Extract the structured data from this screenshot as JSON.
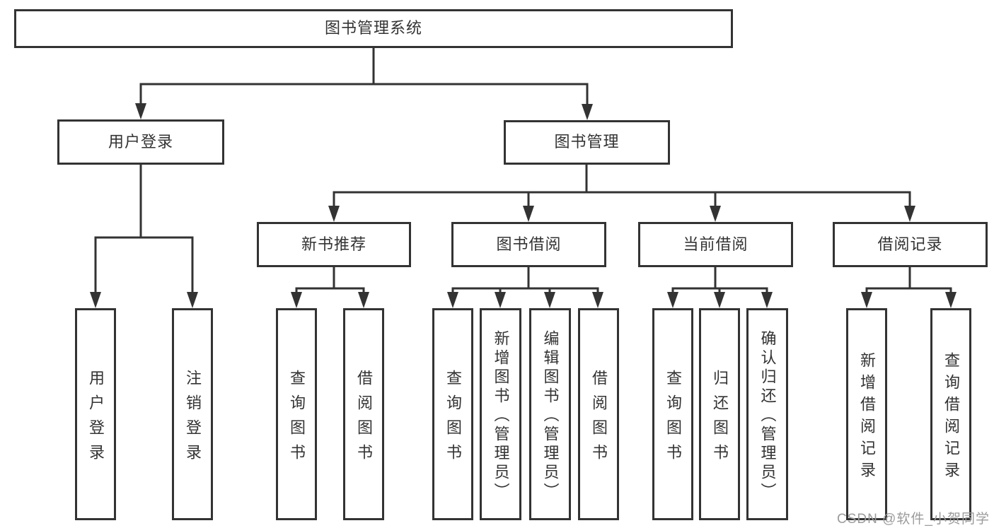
{
  "tree": {
    "root_label": "图书管理系统",
    "branches": [
      {
        "label": "用户登录",
        "children": [
          {
            "label": "用户登录"
          },
          {
            "label": "注销登录"
          }
        ]
      },
      {
        "label": "图书管理",
        "children": [
          {
            "label": "新书推荐",
            "children": [
              {
                "label": "查询图书"
              },
              {
                "label": "借阅图书"
              }
            ]
          },
          {
            "label": "图书借阅",
            "children": [
              {
                "label": "查询图书"
              },
              {
                "label": "新增图书（管理员）"
              },
              {
                "label": "编辑图书（管理员）"
              },
              {
                "label": "借阅图书"
              }
            ]
          },
          {
            "label": "当前借阅",
            "children": [
              {
                "label": "查询图书"
              },
              {
                "label": "归还图书"
              },
              {
                "label": "确认归还（管理员）"
              }
            ]
          },
          {
            "label": "借阅记录",
            "children": [
              {
                "label": "新增借阅记录"
              },
              {
                "label": "查询借阅记录"
              }
            ]
          }
        ]
      }
    ]
  },
  "watermark": {
    "text": "CSDN @软件_小贺同学"
  },
  "colors": {
    "line": "#333333",
    "box_border": "#333333",
    "text": "#333333",
    "background": "#ffffff",
    "watermark": "#9b9b9b"
  }
}
